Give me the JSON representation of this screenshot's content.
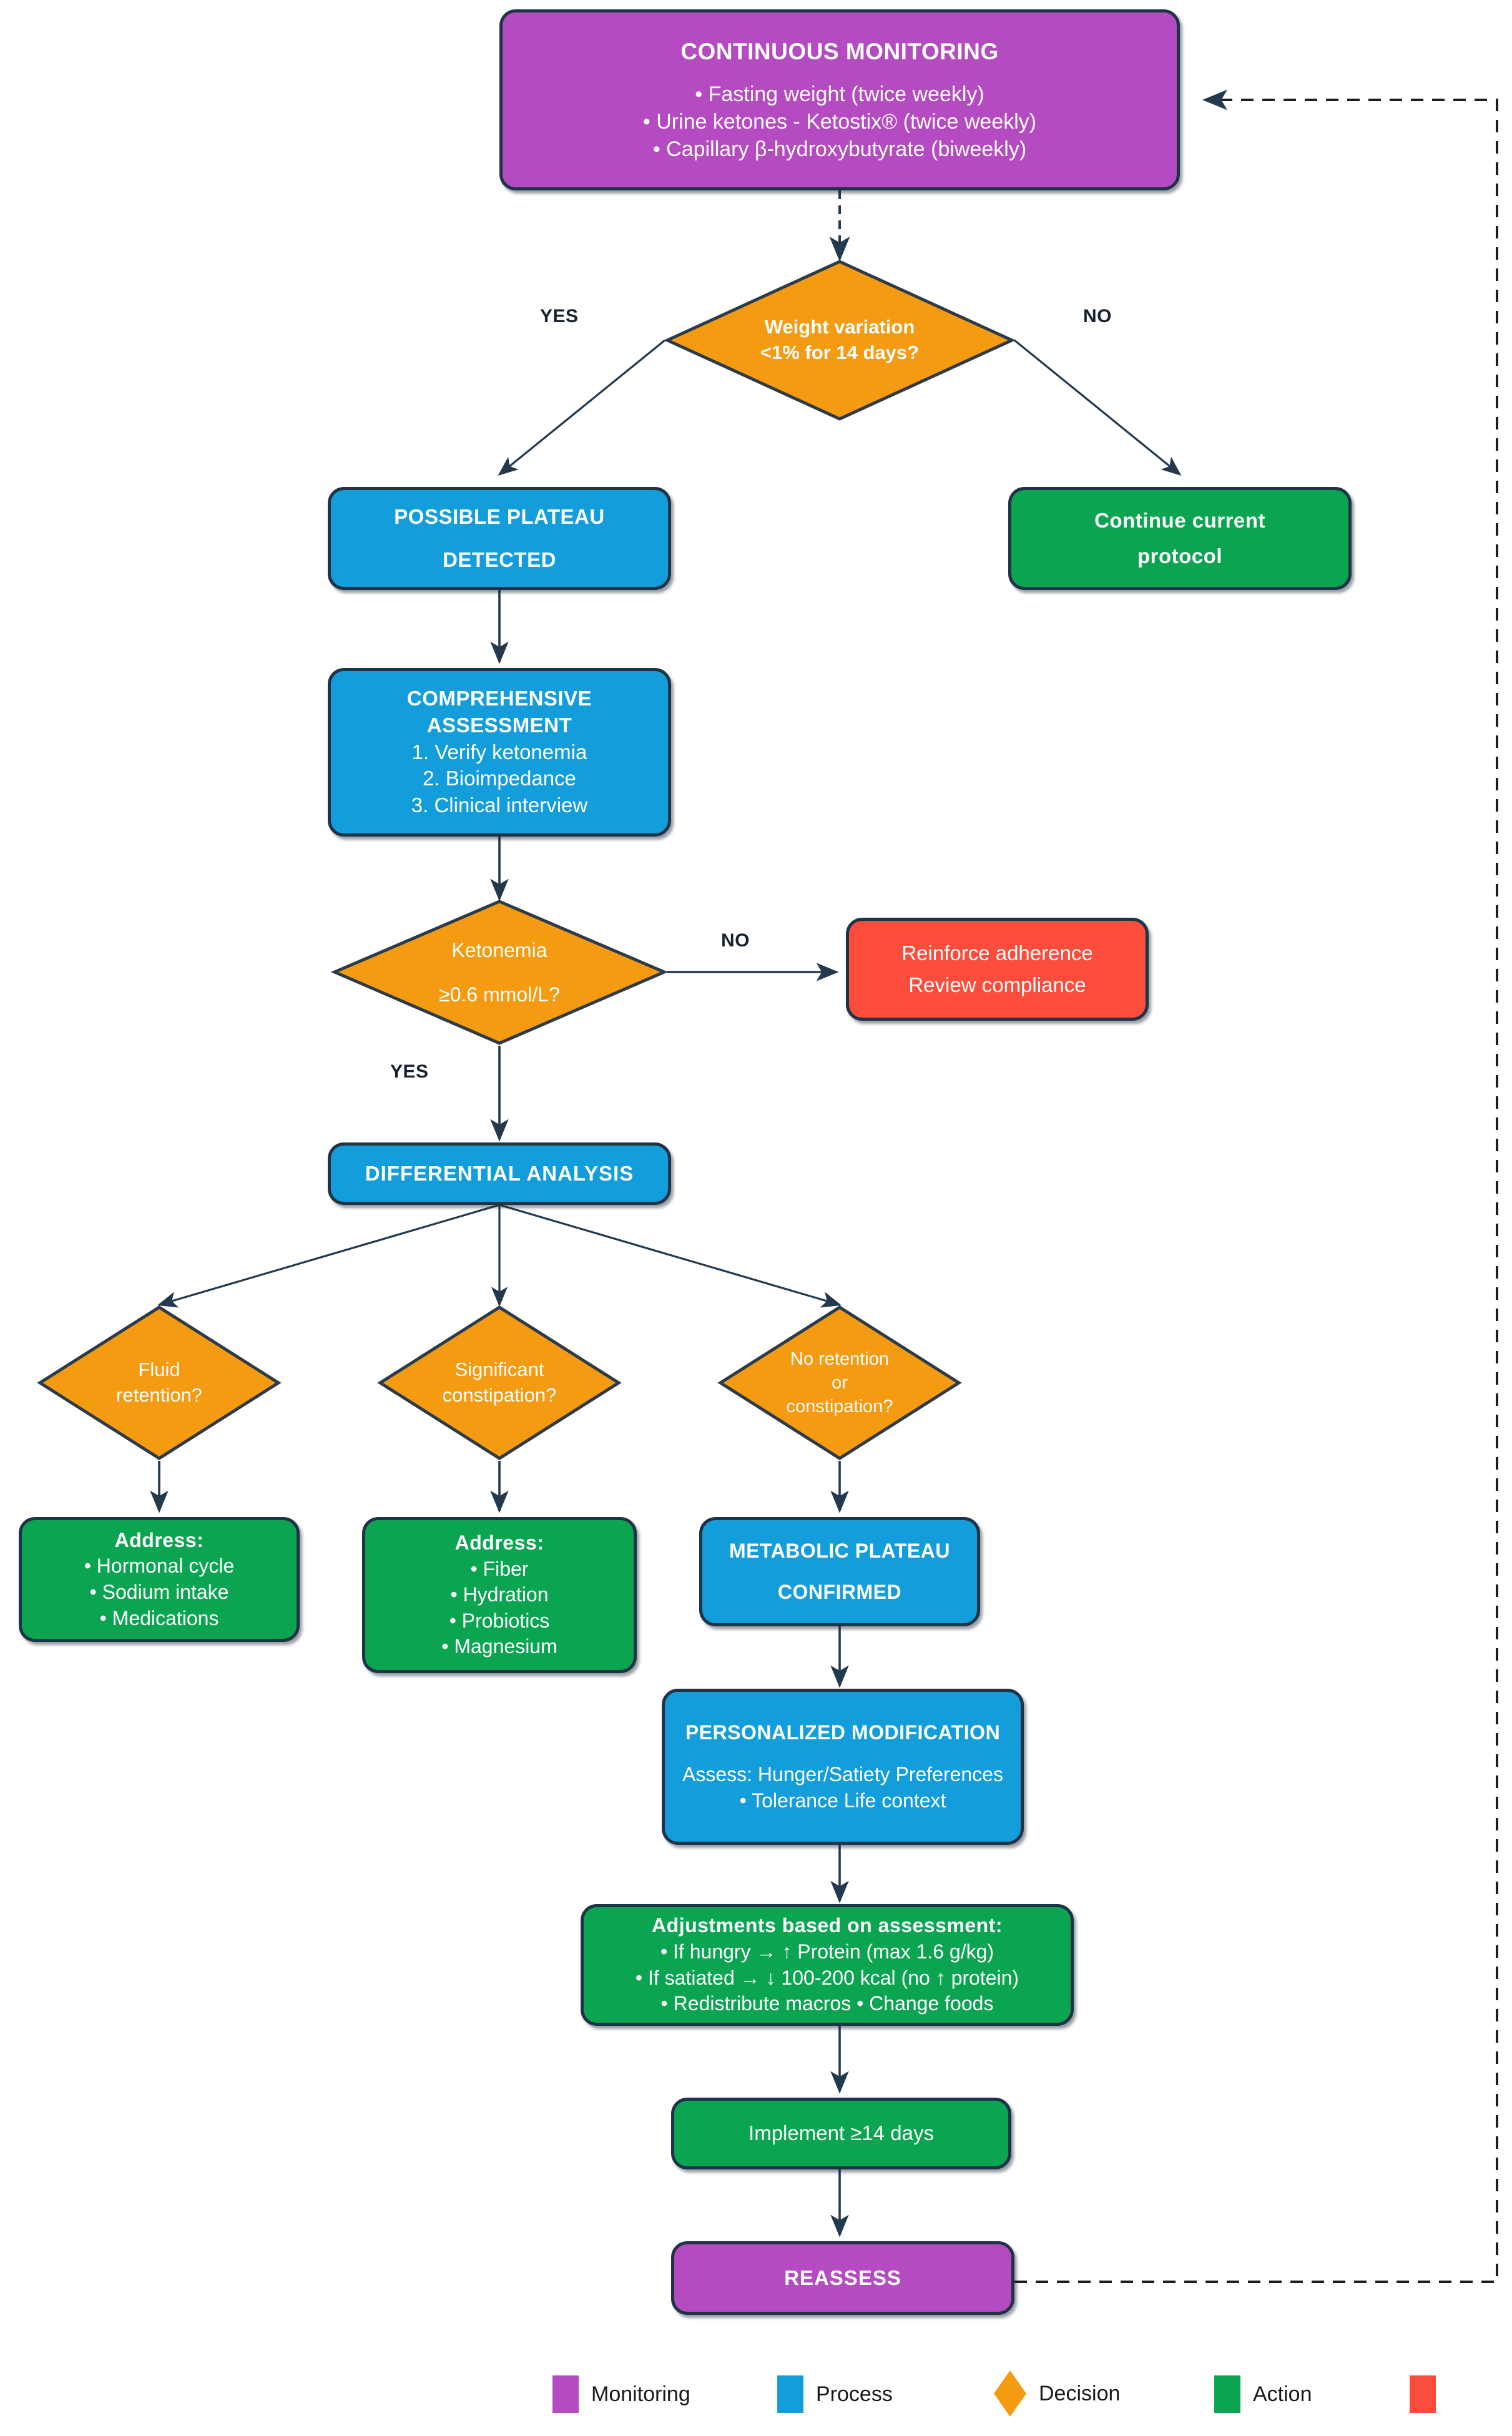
{
  "diagram": {
    "title_node": {
      "name": "continuous-monitoring",
      "type": "Monitoring",
      "heading": "CONTINUOUS MONITORING",
      "lines": [
        "• Fasting weight (twice weekly)",
        "• Urine ketones - Ketostix® (twice weekly)",
        "• Capillary β-hydroxybutyrate (biweekly)"
      ]
    },
    "decisions": {
      "weight_variation": {
        "lines": [
          "Weight variation",
          "<1% for 14 days?"
        ]
      },
      "ketonemia": {
        "lines": [
          "Ketonemia",
          "≥0.6 mmol/L?"
        ]
      },
      "fluid_retention": {
        "lines": [
          "Fluid",
          "retention?"
        ]
      },
      "constipation": {
        "lines": [
          "Significant",
          "constipation?"
        ]
      },
      "no_retention": {
        "lines": [
          "No retention",
          "or",
          "constipation?"
        ]
      }
    },
    "nodes": {
      "possible_plateau": {
        "lines": [
          "POSSIBLE PLATEAU",
          "DETECTED"
        ]
      },
      "continue_protocol": {
        "lines": [
          "Continue current",
          "protocol"
        ]
      },
      "comprehensive_assessment": {
        "heading_lines": [
          "COMPREHENSIVE",
          "ASSESSMENT"
        ],
        "lines": [
          "1. Verify ketonemia",
          "2. Bioimpedance",
          "3. Clinical interview"
        ]
      },
      "reinforce_adherence": {
        "lines": [
          "Reinforce adherence",
          "Review compliance"
        ]
      },
      "differential_analysis": {
        "lines": [
          "DIFFERENTIAL ANALYSIS"
        ]
      },
      "address_fluid": {
        "heading_lines": [
          "Address:"
        ],
        "lines": [
          "• Hormonal cycle",
          "• Sodium intake",
          "• Medications"
        ]
      },
      "address_constipation": {
        "heading_lines": [
          "Address:"
        ],
        "lines": [
          "• Fiber",
          "• Hydration",
          "• Probiotics",
          "• Magnesium"
        ]
      },
      "metabolic_plateau": {
        "lines": [
          "METABOLIC PLATEAU",
          "CONFIRMED"
        ]
      },
      "personalized_modification": {
        "heading_lines": [
          "PERSONALIZED  MODIFICATION"
        ],
        "lines": [
          "Assess: Hunger/Satiety Preferences",
          "• Tolerance Life context"
        ]
      },
      "adjustments": {
        "heading_lines": [
          "Adjustments based on assessment:"
        ],
        "lines": [
          "• If hungry → ↑ Protein (max 1.6 g/kg)",
          "• If satiated → ↓ 100-200 kcal (no ↑ protein)",
          "• Redistribute macros • Change foods"
        ]
      },
      "implement": {
        "lines": [
          "Implement ≥14 days"
        ]
      },
      "reassess": {
        "lines": [
          "REASSESS"
        ]
      }
    },
    "edge_labels": {
      "weight_yes": "YES",
      "weight_no": "NO",
      "ketonemia_no": "NO",
      "ketonemia_yes": "YES"
    },
    "legend": [
      {
        "label": "Monitoring",
        "color": "#b44bc0",
        "shape": "square"
      },
      {
        "label": "Process",
        "color": "#139ddb",
        "shape": "square"
      },
      {
        "label": "Decision",
        "color": "#f59b12",
        "shape": "diamond"
      },
      {
        "label": "Action",
        "color": "#0ba552",
        "shape": "square"
      },
      {
        "label": "",
        "color": "#fb4c3c",
        "shape": "square"
      }
    ],
    "colors": {
      "monitoring": "#b44bc0",
      "process": "#139ddb",
      "decision": "#f59b12",
      "action": "#0ba552",
      "alert": "#fb4c3c",
      "stroke": "#1f3347"
    }
  }
}
